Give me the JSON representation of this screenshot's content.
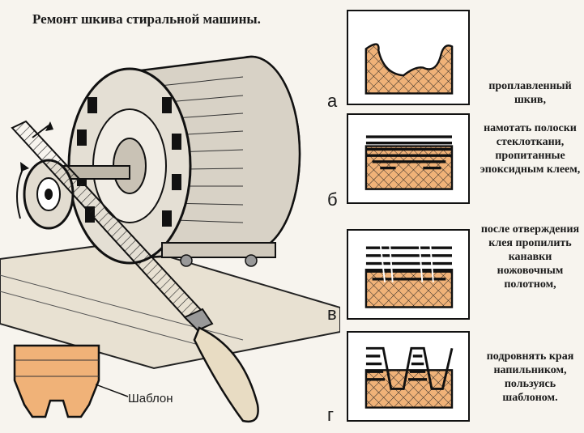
{
  "title": "Ремонт шкива стиральной машины.",
  "steps": [
    {
      "letter": "а",
      "caption": "проплавленный шкив,"
    },
    {
      "letter": "б",
      "caption": "намотать полоски стеклоткани, пропитанные эпоксидным клеем,"
    },
    {
      "letter": "в",
      "caption": "после отверждения клея пропилить канавки ножовочным полотном,"
    },
    {
      "letter": "г",
      "caption": "подровнять края напильником, пользуясь шаблоном."
    }
  ],
  "template_label": "Шаблон",
  "colors": {
    "pulley_fill": "#f0b278",
    "line": "#111111",
    "paper": "#f7f4ee"
  }
}
